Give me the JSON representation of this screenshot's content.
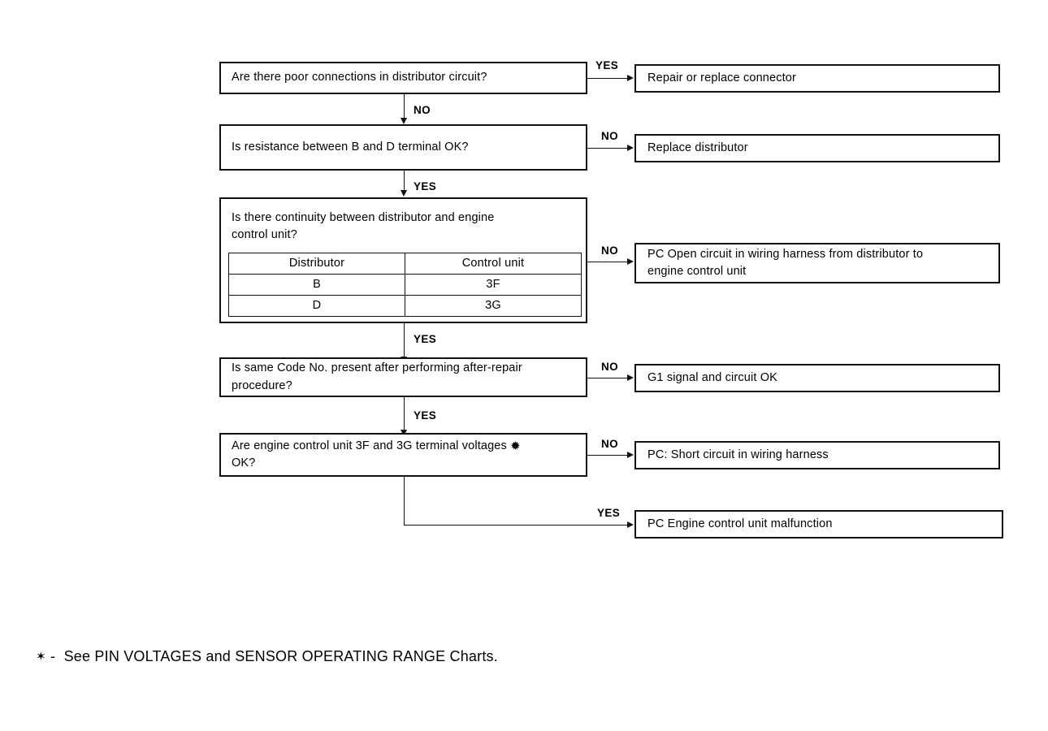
{
  "diagram": {
    "title": "Distributor / G1 signal diagnostic flowchart",
    "line_color": "#111111",
    "background": "#ffffff",
    "questions": [
      {
        "id": "q1",
        "text": "Are there poor connections in distributor circuit?",
        "yes_label": "YES",
        "no_label": "NO"
      },
      {
        "id": "q2",
        "text": "Is resistance between B and D terminal OK?",
        "yes_label": "YES",
        "no_label": "NO"
      },
      {
        "id": "q3",
        "text": "Is there continuity between distributor and engine\ncontrol unit?",
        "yes_label": "YES",
        "no_label": "NO",
        "table": {
          "headers": [
            "Distributor",
            "Control unit"
          ],
          "rows": [
            [
              "B",
              "3F"
            ],
            [
              "D",
              "3G"
            ]
          ]
        }
      },
      {
        "id": "q4",
        "text": "Is same Code No. present after performing after-repair\nprocedure?",
        "yes_label": "YES",
        "no_label": "NO"
      },
      {
        "id": "q5",
        "text": "Are engine control unit 3F and 3G terminal voltages",
        "text_tail": "OK?",
        "star": "✹",
        "yes_label": "YES",
        "no_label": "NO"
      }
    ],
    "results": [
      {
        "id": "r1",
        "text": "Repair or replace connector"
      },
      {
        "id": "r2",
        "text": "Replace distributor"
      },
      {
        "id": "r3",
        "text": "PC  Open circuit in wiring harness from distributor to\nengine control unit"
      },
      {
        "id": "r4",
        "text": "G1 signal and circuit OK"
      },
      {
        "id": "r5",
        "text": "PC: Short circuit in wiring harness"
      },
      {
        "id": "r6",
        "text": "PC  Engine control unit malfunction"
      }
    ]
  },
  "footnote": {
    "star": "✶",
    "text": " -  See PIN VOLTAGES and SENSOR OPERATING RANGE Charts."
  }
}
